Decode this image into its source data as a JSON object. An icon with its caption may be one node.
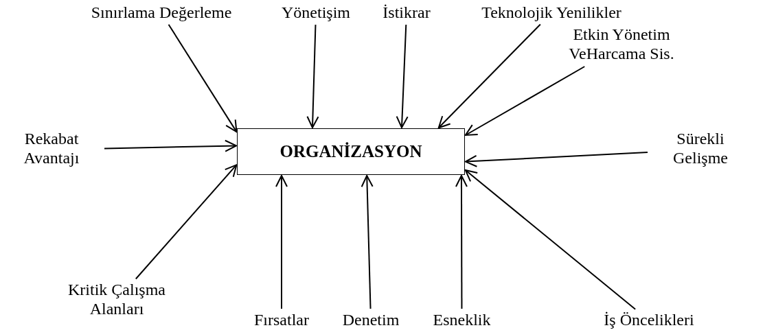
{
  "diagram": {
    "nodes": [
      {
        "text": [
          "ORGANİZASYON"
        ]
      },
      {
        "text": [
          "Sınırlama Değerleme"
        ]
      },
      {
        "text": [
          "Yönetişim"
        ]
      },
      {
        "text": [
          "İstikrar"
        ]
      },
      {
        "text": [
          "Teknolojik Yenilikler"
        ]
      },
      {
        "text": [
          "Etkin Yönetim VeHarcama Sis."
        ]
      },
      {
        "text": [
          "Rekabat Avantajı"
        ]
      },
      {
        "text": [
          "Sürekli Gelişme"
        ]
      },
      {
        "text": [
          "Kritik Çalışma Alanları"
        ]
      },
      {
        "text": [
          "Fırsatlar"
        ]
      },
      {
        "text": [
          "Denetim"
        ]
      },
      {
        "text": [
          "Esneklik"
        ]
      },
      {
        "text": [
          "İş Öncelikleri"
        ]
      }
    ],
    "edges": [
      {
        "from": 1,
        "to": 0,
        "arrow": "to"
      },
      {
        "from": 2,
        "to": 0,
        "arrow": "to"
      },
      {
        "from": 3,
        "to": 0,
        "arrow": "to"
      },
      {
        "from": 4,
        "to": 0,
        "arrow": "to"
      },
      {
        "from": 5,
        "to": 0,
        "arrow": "to"
      },
      {
        "from": 6,
        "to": 0,
        "arrow": "to"
      },
      {
        "from": 7,
        "to": 0,
        "arrow": "to"
      },
      {
        "from": 8,
        "to": 0,
        "arrow": "to"
      },
      {
        "from": 9,
        "to": 0,
        "arrow": "to"
      },
      {
        "from": 10,
        "to": 0,
        "arrow": "to"
      },
      {
        "from": 11,
        "to": 0,
        "arrow": "to"
      },
      {
        "from": 12,
        "to": 0,
        "arrow": "to"
      }
    ]
  }
}
